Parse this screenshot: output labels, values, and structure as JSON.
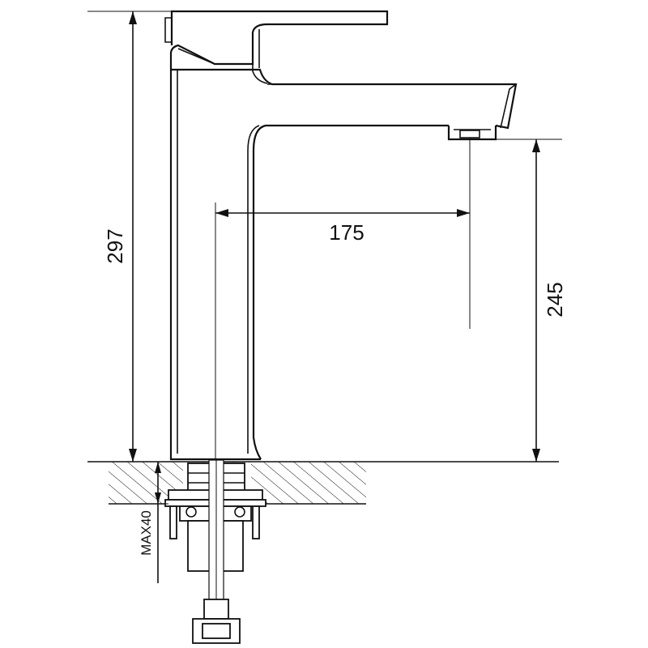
{
  "dimensions": {
    "total_height": "297",
    "spout_reach": "175",
    "spout_height": "245",
    "max_deck_thickness": "MAX40"
  }
}
